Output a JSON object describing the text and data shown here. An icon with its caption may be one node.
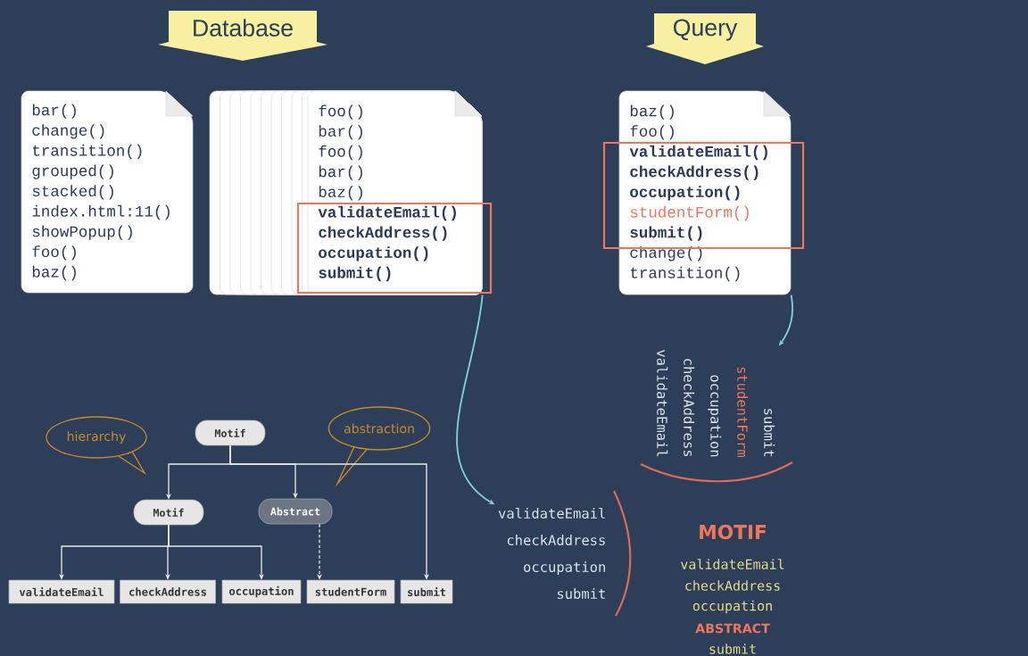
{
  "diagram": {
    "nodes": [
      {
        "text": [
          "Database"
        ]
      },
      {
        "text": [
          "Query"
        ]
      },
      {
        "text": [
          "bar()",
          "change()",
          "transition()",
          "grouped()",
          "stacked()",
          "index.html:11()",
          "showPopup()",
          "foo()",
          "baz()"
        ]
      },
      {
        "text": [
          "foo()",
          "bar()",
          "foo()",
          "bar()",
          "baz()",
          "validateEmail()",
          "checkAddress()",
          "occupation()",
          "submit()"
        ]
      },
      {
        "text": [
          "baz()",
          "foo()",
          "validateEmail()",
          "checkAddress()",
          "occupation()",
          "studentForm()",
          "submit()",
          "change()",
          "transition()"
        ]
      },
      {
        "text": [
          "validateEmail",
          "checkAddress",
          "occupation",
          "studentForm",
          "submit"
        ]
      },
      {
        "text": [
          "hierarchy"
        ]
      },
      {
        "text": [
          "Motif"
        ]
      },
      {
        "text": [
          "abstraction"
        ]
      },
      {
        "text": [
          "Motif"
        ]
      },
      {
        "text": [
          "Abstract"
        ]
      },
      {
        "text": [
          "validateEmail"
        ]
      },
      {
        "text": [
          "checkAddress"
        ]
      },
      {
        "text": [
          "occupation"
        ]
      },
      {
        "text": [
          "studentForm"
        ]
      },
      {
        "text": [
          "submit"
        ]
      },
      {
        "text": [
          "validateEmail",
          "checkAddress",
          "occupation",
          "submit"
        ]
      }
    ],
    "edges": [
      {
        "from": 3,
        "to": 16,
        "arrow": "to",
        "color": "#7fd0d8"
      },
      {
        "from": 4,
        "to": 5,
        "arrow": "to",
        "color": "#7fd0d8"
      },
      {
        "from": 7,
        "to": 9,
        "arrow": "to"
      },
      {
        "from": 7,
        "to": 10,
        "arrow": "to"
      },
      {
        "from": 7,
        "to": 15,
        "arrow": "to"
      },
      {
        "from": 9,
        "to": 11,
        "arrow": "to"
      },
      {
        "from": 9,
        "to": 12,
        "arrow": "to"
      },
      {
        "from": 9,
        "to": 13,
        "arrow": "to"
      },
      {
        "from": 10,
        "to": 14,
        "arrow": "to",
        "style": "dashed"
      }
    ],
    "labels": [
      "MOTIF",
      "validateEmail",
      "checkAddress",
      "occupation",
      "ABSTRACT",
      "submit"
    ]
  }
}
